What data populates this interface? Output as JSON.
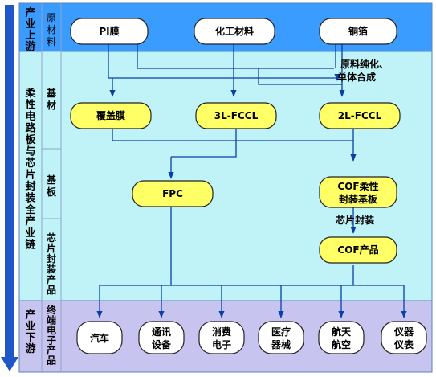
{
  "colors": {
    "upstream_band": "#3b9cff",
    "midstream_band": "#bff3f8",
    "downstream_band": "#c8c4f0",
    "yellow_node": "#ffff66",
    "white_node": "#ffffff",
    "arrow": "#0a3fa8"
  },
  "side_labels": {
    "upstream": [
      "产",
      "业",
      "上",
      "游"
    ],
    "midstream": [
      "柔",
      "性",
      "电",
      "路",
      "板",
      "与",
      "芯",
      "片",
      "封",
      "装",
      "全",
      "产",
      "业",
      "链"
    ],
    "downstream": [
      "产",
      "业",
      "下",
      "游"
    ]
  },
  "row_labels": {
    "raw": [
      "原",
      "材",
      "料"
    ],
    "substrate_material": [
      "基",
      "材"
    ],
    "substrate_board": [
      "基",
      "板"
    ],
    "chip_package": [
      "芯",
      "片",
      "封",
      "装",
      "产",
      "品"
    ],
    "terminal": [
      "终",
      "端",
      "电",
      "子",
      "产",
      "品"
    ]
  },
  "raw_nodes": [
    "PI膜",
    "化工材料",
    "铜箔"
  ],
  "annotation_purify": [
    "原料纯化、",
    "单体合成"
  ],
  "substrate_nodes": [
    "覆盖膜",
    "3L-FCCL",
    "2L-FCCL"
  ],
  "fpc_node": "FPC",
  "cof_substrate_node": [
    "COF柔性",
    "封装基板"
  ],
  "annotation_chip": "芯片封装",
  "cof_product_node": "COF产品",
  "terminal_nodes": [
    [
      "汽车"
    ],
    [
      "通讯",
      "设备"
    ],
    [
      "消费",
      "电子"
    ],
    [
      "医疗",
      "器械"
    ],
    [
      "航天",
      "航空"
    ],
    [
      "仪器",
      "仪表"
    ]
  ]
}
